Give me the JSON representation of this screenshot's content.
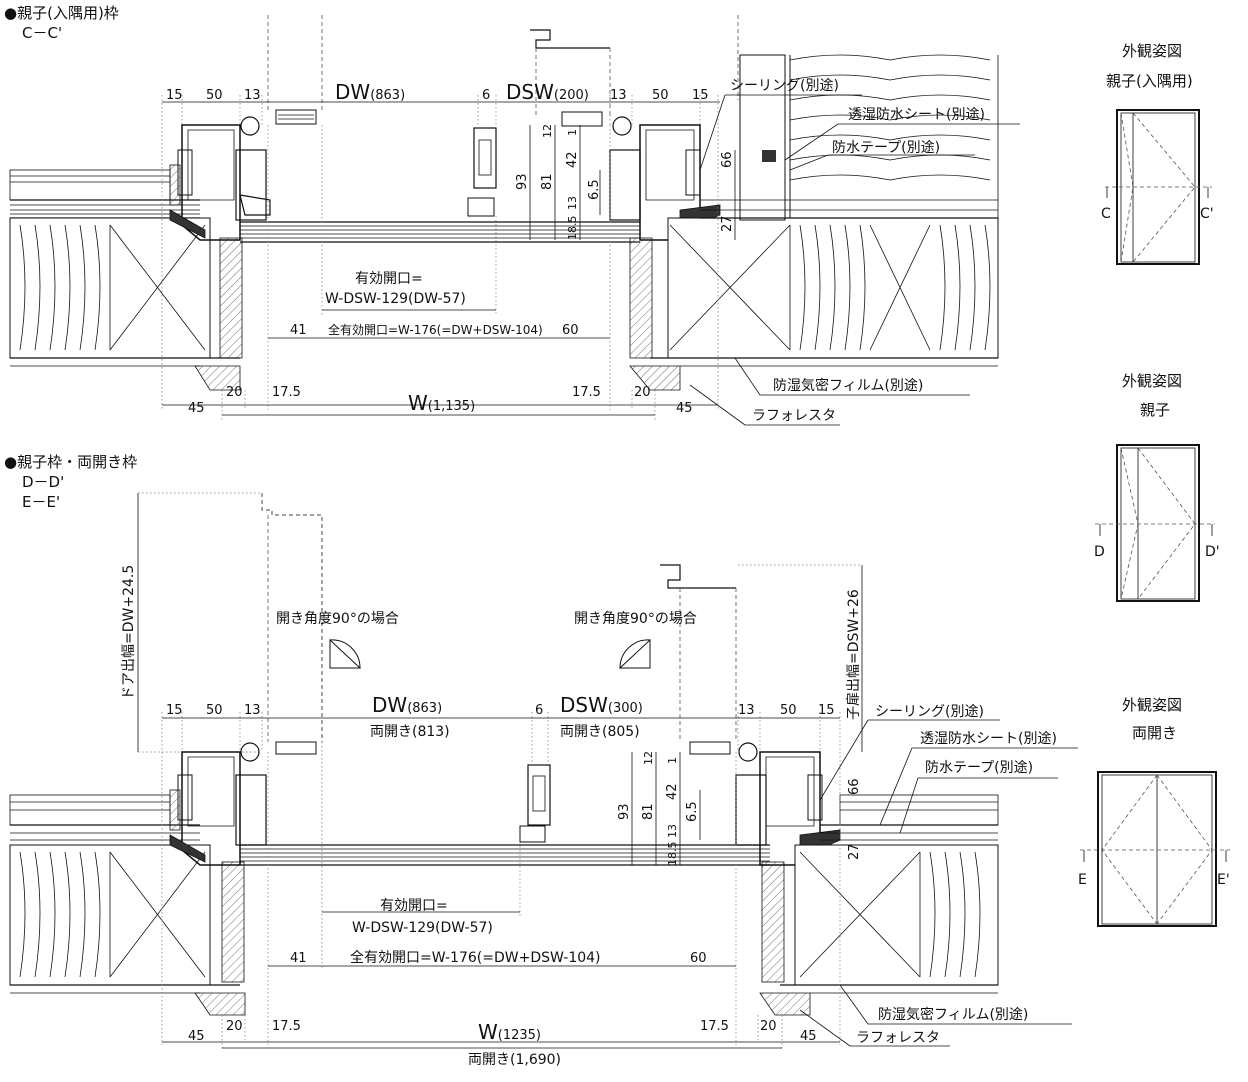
{
  "sections": [
    {
      "title": "●親子(入隅用)枠",
      "cut": "C－C'",
      "dims_top": [
        "15",
        "50",
        "13",
        "6",
        "13",
        "50",
        "15"
      ],
      "dw_main": "DW",
      "dw_value": "(863)",
      "dsw_main": "DSW",
      "dsw_value": "(200)",
      "vertical_dims": [
        "93",
        "81",
        "42",
        "12",
        "1",
        "13",
        "6.5",
        "18.5",
        "66",
        "27"
      ],
      "effective_label": "有効開口=",
      "effective_formula": "W-DSW-129(DW-57)",
      "all_effective": "全有効開口=W-176(=DW+DSW-104)",
      "dim_41": "41",
      "dim_60": "60",
      "dims_bottom": [
        "45",
        "20",
        "17.5",
        "17.5",
        "20",
        "45"
      ],
      "w_main": "W",
      "w_value": "(1,135)",
      "callouts": [
        "シーリング(別途)",
        "透湿防水シート(別途)",
        "防水テープ(別途)",
        "防湿気密フィルム(別途)",
        "ラフォレスタ"
      ]
    },
    {
      "title": "●親子枠・両開き枠",
      "cut1": "D－D'",
      "cut2": "E－E'",
      "door_width": "ドア出幅=DW+24.5",
      "child_width": "子扉出幅=DSW+26",
      "open_angle": "開き角度90°の場合",
      "dims_top": [
        "15",
        "50",
        "13",
        "6",
        "13",
        "50",
        "15"
      ],
      "dw_main": "DW",
      "dw_value": "(863)",
      "dw_sub": "両開き(813)",
      "dsw_main": "DSW",
      "dsw_value": "(300)",
      "dsw_sub": "両開き(805)",
      "vertical_dims": [
        "93",
        "81",
        "42",
        "12",
        "1",
        "13",
        "6.5",
        "18.5",
        "66",
        "27"
      ],
      "effective_label": "有効開口=",
      "effective_formula": "W-DSW-129(DW-57)",
      "all_effective": "全有効開口=W-176(=DW+DSW-104)",
      "dim_41": "41",
      "dim_60": "60",
      "dims_bottom": [
        "45",
        "20",
        "17.5",
        "17.5",
        "20",
        "45"
      ],
      "w_main": "W",
      "w_value": "(1235)",
      "w_sub": "両開き(1,690)",
      "callouts": [
        "シーリング(別途)",
        "透湿防水シート(別途)",
        "防水テープ(別途)",
        "防湿気密フィルム(別途)",
        "ラフォレスタ"
      ]
    }
  ],
  "elevations": [
    {
      "title": "外観姿図",
      "subtitle": "親子(入隅用)",
      "left": "C",
      "right": "C'"
    },
    {
      "title": "外観姿図",
      "subtitle": "親子",
      "left": "D",
      "right": "D'"
    },
    {
      "title": "外観姿図",
      "subtitle": "両開き",
      "left": "E",
      "right": "E'"
    }
  ]
}
